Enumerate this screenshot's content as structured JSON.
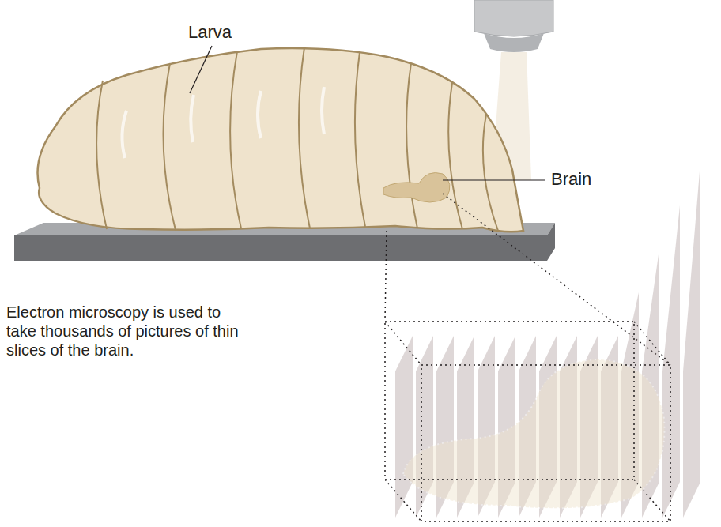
{
  "diagram": {
    "labels": [
      "Larva",
      "Brain",
      "Electron microscopy is used to take thousands of pictures of thin slices of the brain."
    ]
  }
}
